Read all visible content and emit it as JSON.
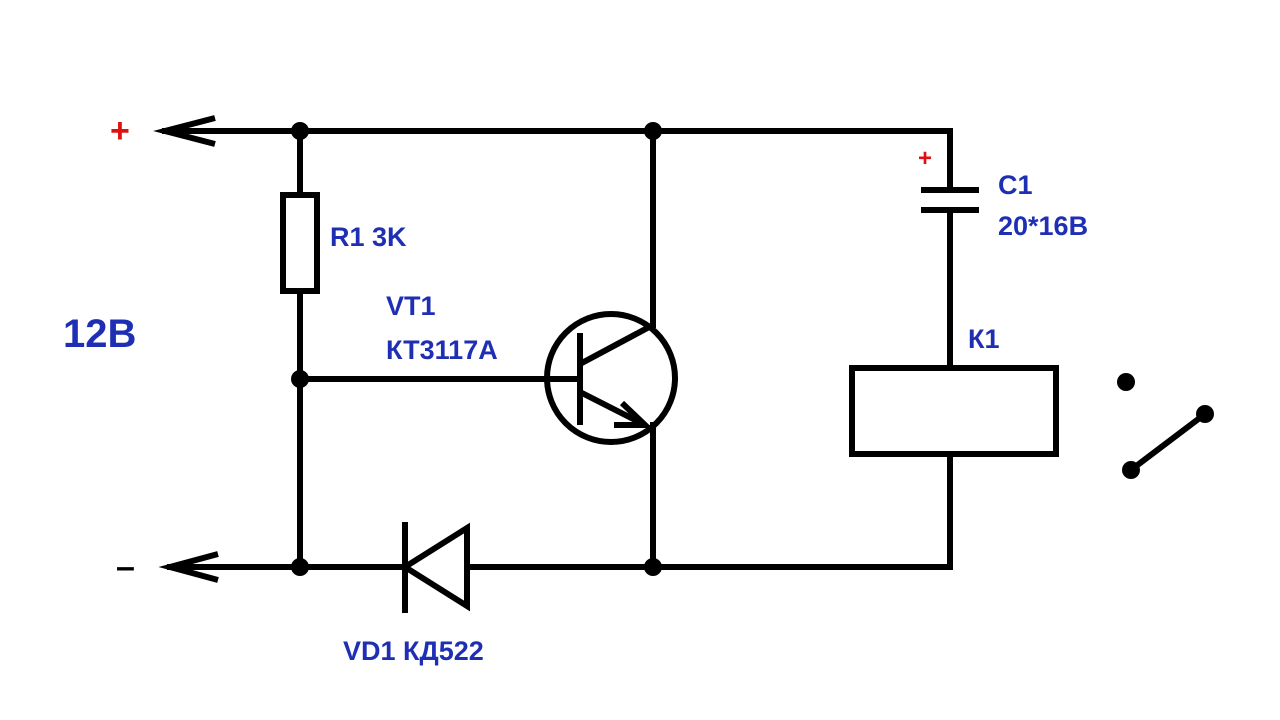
{
  "supply": {
    "label": "12В",
    "plus": "+",
    "minus": "–"
  },
  "components": {
    "r1": {
      "label": "R1 3K"
    },
    "vt1": {
      "name": "VT1",
      "part": "КТ3117А"
    },
    "c1": {
      "name": "C1",
      "value": "20*16В",
      "polarity": "+"
    },
    "k1": {
      "name": "К1"
    },
    "vd1": {
      "label": "VD1 КД522"
    }
  },
  "colors": {
    "label": "#1f2fb3",
    "polarity_plus": "#e01010",
    "wire": "#000000"
  }
}
